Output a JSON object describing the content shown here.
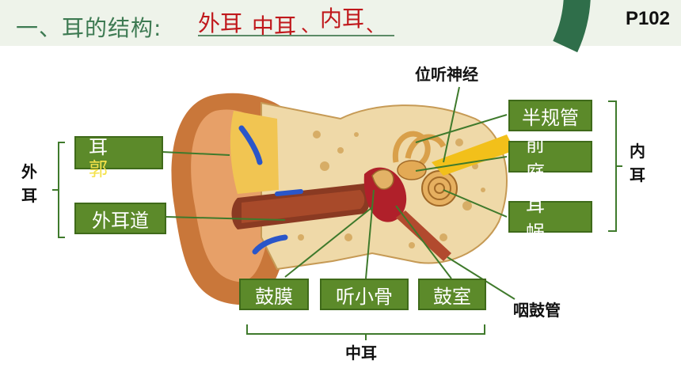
{
  "heading": {
    "prefix": "一、耳的结构:",
    "answers": [
      "外耳",
      "中耳",
      "内耳"
    ],
    "separator": "、"
  },
  "page_number": "P102",
  "outer_ear": {
    "group_label": "外耳",
    "parts": [
      "耳郭",
      "外耳道"
    ]
  },
  "middle_ear": {
    "group_label": "中耳",
    "parts": [
      "鼓膜",
      "听小骨",
      "鼓室"
    ]
  },
  "inner_ear": {
    "group_label": "内耳",
    "parts": [
      "半规管",
      "前庭",
      "耳蜗"
    ]
  },
  "other_labels": {
    "nerve": "位听神经",
    "eustachian": "咽鼓管"
  },
  "colors": {
    "box_fill": "#5c8a2a",
    "heading_green": "#3d7a52",
    "answer_red": "#c0181c",
    "ear_tan": "#e8c37a",
    "ear_brown": "#b8682c"
  }
}
